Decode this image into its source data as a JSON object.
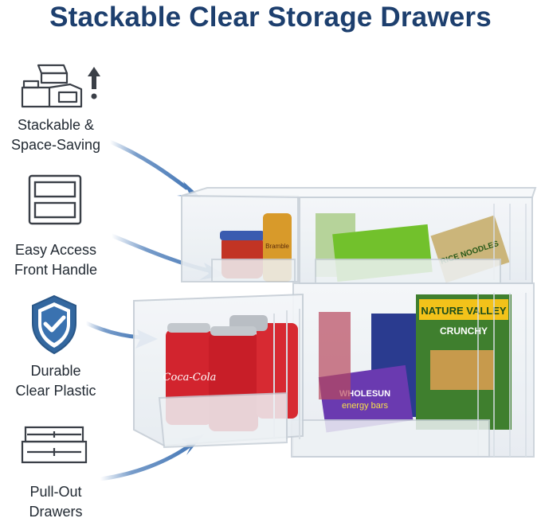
{
  "page": {
    "title": "Stackable Clear Storage Drawers"
  },
  "features": [
    {
      "icon": "stackable-boxes-icon",
      "line1": "Stackable &",
      "line2": "Space-Saving"
    },
    {
      "icon": "front-handle-icon",
      "line1": "Easy Access",
      "line2": "Front Handle"
    },
    {
      "icon": "shield-check-icon",
      "line1": "Durable",
      "line2": "Clear Plastic"
    },
    {
      "icon": "pull-out-drawer-icon",
      "line1": "Pull-Out",
      "line2": "Drawers"
    }
  ],
  "product": {
    "can_label": "Coca-Cola",
    "bar_box_brand": "NATURE VALLEY",
    "bar_box_flavor": "CRUNCHY",
    "bar_pack_brand": "WHOLESUN",
    "bar_pack_text": "energy bars",
    "noodle_text": "RICE NOODLES",
    "jar_text": "Bramble"
  },
  "colors": {
    "title": "#1d3f6e",
    "icon": "#3a6ea8",
    "arrow": "#4a7bb8",
    "text": "#222a33"
  }
}
